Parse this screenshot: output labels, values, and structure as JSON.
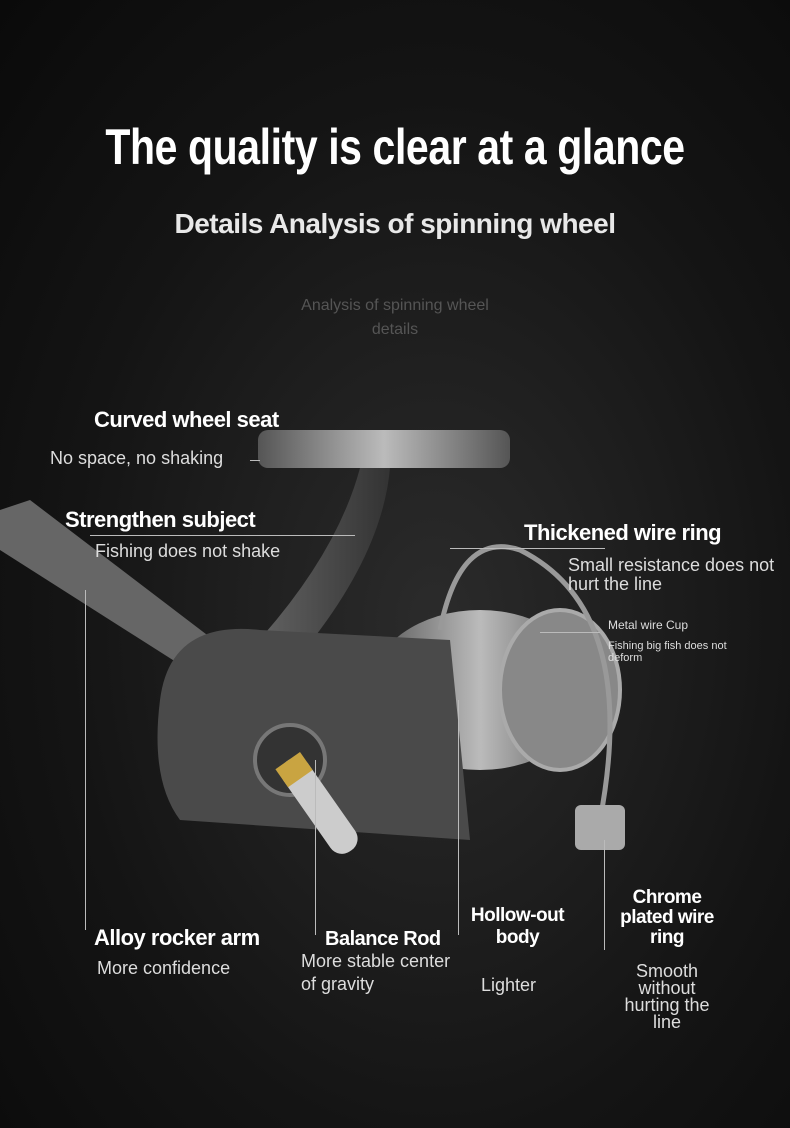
{
  "title": "The quality is clear at a glance",
  "subtitle": "Details Analysis of spinning wheel",
  "caption": "Analysis of spinning wheel details",
  "callouts": [
    {
      "heading": "Curved wheel seat",
      "text": "No space, no shaking"
    },
    {
      "heading": "Strengthen subject",
      "text": "Fishing does not shake"
    },
    {
      "heading": "Thickened wire ring",
      "text": "Small resistance does not hurt the line"
    },
    {
      "heading": "Metal wire Cup",
      "text": "Fishing big fish does not deform"
    },
    {
      "heading": "Alloy rocker arm",
      "text": "More confidence"
    },
    {
      "heading": "Balance Rod",
      "text": "More stable center of gravity"
    },
    {
      "heading": "Hollow-out body",
      "text": "Lighter"
    },
    {
      "heading": "Chrome plated wire ring",
      "text": "Smooth without hurting the line"
    }
  ]
}
